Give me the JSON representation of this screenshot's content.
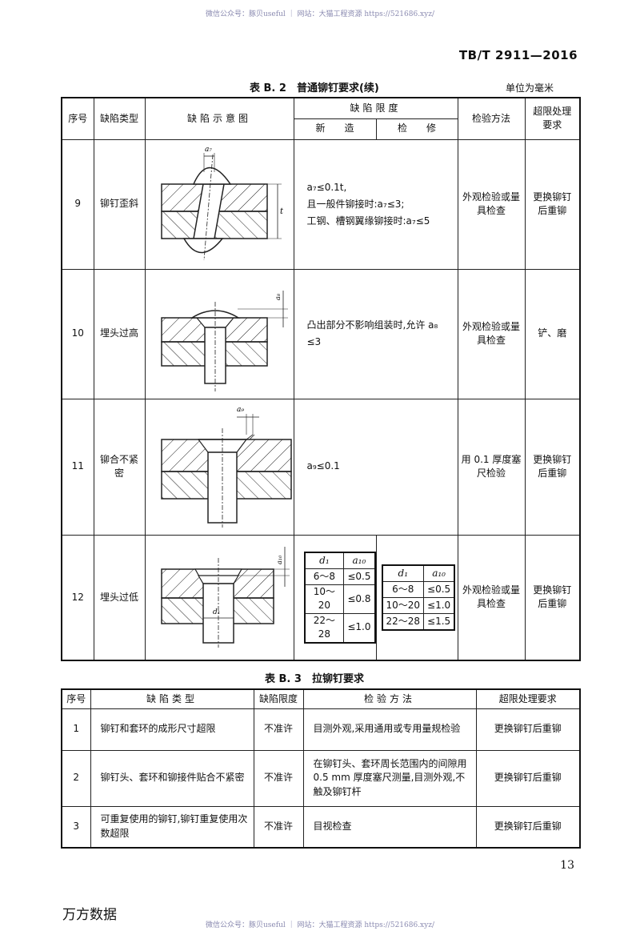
{
  "watermark": "微信公众号：豚贝useful ｜ 网站：大猫工程资源 https://521686.xyz/",
  "standard_number": "TB/T 2911—2016",
  "table_b2": {
    "caption": "表 B. 2　普通铆钉要求(续)",
    "unit": "单位为毫米",
    "headers": {
      "seq": "序号",
      "type": "缺陷类型",
      "diagram": "缺陷示意图",
      "limit": "缺陷限度",
      "new": "新　　造",
      "repair": "检　　修",
      "method": "检验方法",
      "handling": "超限处理要求"
    },
    "rows": [
      {
        "seq": "9",
        "type": "铆钉歪斜",
        "label_a": "a₇",
        "label_b": "t",
        "limit_lines": [
          "a₇≤0.1t,",
          "且一般件铆接时:a₇≤3;",
          "工钢、槽钢翼缘铆接时:a₇≤5"
        ],
        "method": "外观检验或量具检查",
        "handling": "更换铆钉后重铆"
      },
      {
        "seq": "10",
        "type": "埋头过高",
        "label_a": "a₈",
        "limit_lines": [
          "凸出部分不影响组装时,允许 a₈",
          "≤3"
        ],
        "method": "外观检验或量具检查",
        "handling": "铲、磨"
      },
      {
        "seq": "11",
        "type": "铆合不紧密",
        "label_a": "a₉",
        "limit_lines": [
          "a₉≤0.1"
        ],
        "method": "用 0.1 厚度塞尺检验",
        "handling": "更换铆钉后重铆"
      },
      {
        "seq": "12",
        "type": "埋头过低",
        "label_a": "a₁₀",
        "label_b": "d₁",
        "new_table": {
          "headers": [
            "d₁",
            "a₁₀"
          ],
          "rows": [
            [
              "6～8",
              "≤0.5"
            ],
            [
              "10～20",
              "≤0.8"
            ],
            [
              "22～28",
              "≤1.0"
            ]
          ]
        },
        "repair_table": {
          "headers": [
            "d₁",
            "a₁₀"
          ],
          "rows": [
            [
              "6～8",
              "≤0.5"
            ],
            [
              "10～20",
              "≤1.0"
            ],
            [
              "22～28",
              "≤1.5"
            ]
          ]
        },
        "method": "外观检验或量具检查",
        "handling": "更换铆钉后重铆"
      }
    ]
  },
  "table_b3": {
    "caption": "表 B. 3　拉铆钉要求",
    "headers": {
      "seq": "序号",
      "type": "缺陷类型",
      "limit": "缺陷限度",
      "method": "检验方法",
      "handling": "超限处理要求"
    },
    "rows": [
      {
        "seq": "1",
        "type": "铆钉和套环的成形尺寸超限",
        "limit": "不准许",
        "method": "目测外观,采用通用或专用量规检验",
        "handling": "更换铆钉后重铆"
      },
      {
        "seq": "2",
        "type": "铆钉头、套环和铆接件贴合不紧密",
        "limit": "不准许",
        "method": "在铆钉头、套环周长范围内的间隙用 0.5 mm 厚度塞尺测量,目测外观,不触及铆钉杆",
        "handling": "更换铆钉后重铆"
      },
      {
        "seq": "3",
        "type": "可重复使用的铆钉,铆钉重复使用次数超限",
        "limit": "不准许",
        "method": "目视检查",
        "handling": "更换铆钉后重铆"
      }
    ]
  },
  "page_number": "13",
  "footer_logo": "万方数据"
}
